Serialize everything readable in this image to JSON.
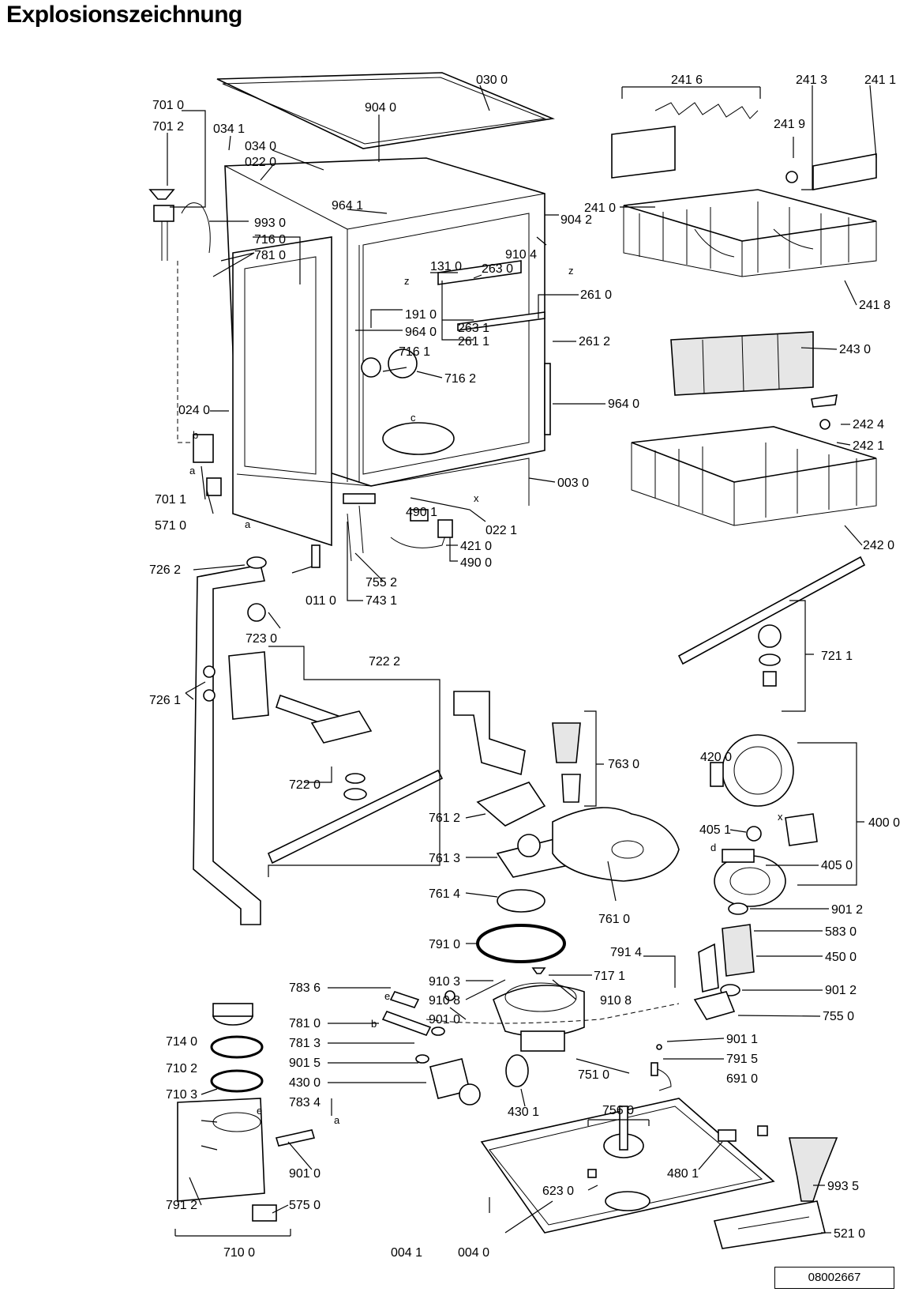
{
  "title": "Explosionszeichnung",
  "doc_number": "08002667",
  "labels": [
    "030 0",
    "904 0",
    "701 0",
    "701 2",
    "034 1",
    "034 0",
    "022 0",
    "964 1",
    "904 2",
    "993 0",
    "716 0",
    "781 0",
    "910 4",
    "131 0",
    "263 0",
    "261 0",
    "191 0",
    "263 1",
    "964 0",
    "261 1",
    "261 2",
    "716 1",
    "716 2",
    "964 0",
    "024 0",
    "003 0",
    "701 1",
    "571 0",
    "490 1",
    "022 1",
    "421 0",
    "490 0",
    "755 2",
    "743 1",
    "011 0",
    "241 6",
    "241 3",
    "241 1",
    "241 9",
    "241 0",
    "241 8",
    "243 0",
    "242 4",
    "242 1",
    "242 0",
    "726 2",
    "723 0",
    "722 2",
    "726 1",
    "722 0",
    "721 1",
    "763 0",
    "420 0",
    "400 0",
    "761 2",
    "405 1",
    "761 3",
    "405 0",
    "761 4",
    "761 0",
    "901 2",
    "791 0",
    "583 0",
    "791 4",
    "450 0",
    "910 3",
    "717 1",
    "910 8",
    "910 8",
    "901 2",
    "783 6",
    "901 0",
    "755 0",
    "781 0",
    "901 1",
    "781 3",
    "791 5",
    "901 5",
    "691 0",
    "430 0",
    "751 0",
    "710 3",
    "783 4",
    "430 1",
    "714 0",
    "710 2",
    "756 0",
    "480 1",
    "993 5",
    "623 0",
    "901 0",
    "791 2",
    "575 0",
    "521 0",
    "004 1",
    "004 0",
    "710 0"
  ],
  "markers": [
    "a",
    "b",
    "c",
    "d",
    "e",
    "x",
    "z"
  ]
}
